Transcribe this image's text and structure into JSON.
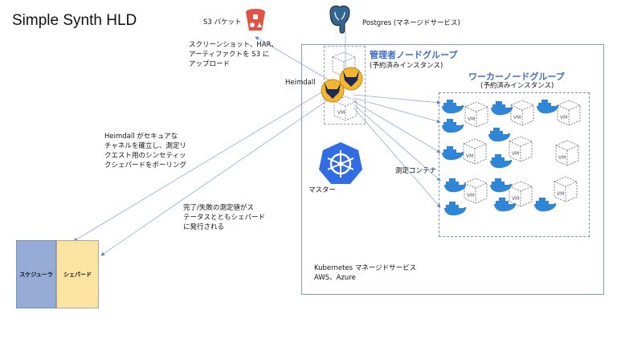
{
  "diagram": {
    "title": "Simple Synth HLD",
    "s3": {
      "label": "S3 バケット",
      "color": "#e05243"
    },
    "upload_note": [
      "スクリーンショット、HAR、",
      "アーティファクトを S3 に",
      "アップロード"
    ],
    "postgres": {
      "label": "Postgres (マネージドサービス)",
      "color": "#336791"
    },
    "heimdall_label": "Heimdall",
    "admin_group": {
      "title": "管理者ノードグループ",
      "subtitle": "(予約済みインスタンス)"
    },
    "worker_group": {
      "title": "ワーカーノードグループ",
      "subtitle": "(予約済みインスタンス)"
    },
    "master_label": "マスター",
    "container_label": "測定コンテナ",
    "poll_note": [
      "Heimdall がセキュアな",
      "チャネルを確立し、測定リ",
      "クエスト用のシンセティッ",
      "クシェパードをポーリング"
    ],
    "publish_note": [
      "完了/失敗の測定値がス",
      "テータスとともシェパード",
      "に発行される"
    ],
    "k8s_note": [
      "Kubernetes マネージドサービス",
      "AWS、Azure"
    ],
    "scheduler_label": "スケジューラ",
    "shepherd_label": "シェパード",
    "vm_label": "VM",
    "colors": {
      "accent": "#3f6ec6",
      "line": "#8fa9de",
      "k8s": "#326ce5",
      "docker": "#2f86d6",
      "scheduler": "#96abd6",
      "shepherd": "#fbe4a2",
      "heimdall": "#f2b632"
    }
  }
}
